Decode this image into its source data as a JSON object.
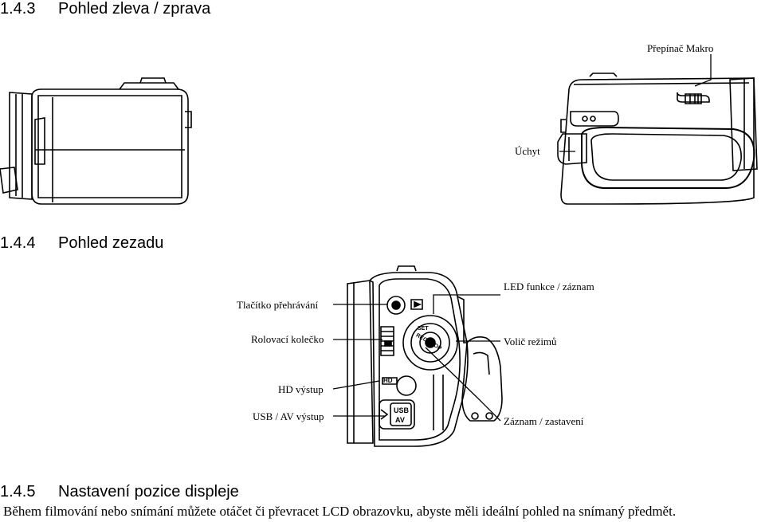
{
  "section_side": {
    "number": "1.4.3",
    "title": "Pohled zleva / zprava",
    "labels": {
      "macro_switch": "Přepínač Makro",
      "strap": "Úchyt"
    }
  },
  "section_back": {
    "number": "1.4.4",
    "title": "Pohled zezadu",
    "labels": {
      "playback_button": "Tlačítko přehrávání",
      "scroll_wheel": "Rolovací kolečko",
      "hd_output": "HD výstup",
      "usb_av_output": "USB / AV výstup",
      "led": "LED funkce / záznam",
      "mode_dial": "Volič režimů",
      "record_stop": "Záznam / zastavení"
    },
    "device_markings": {
      "hd": "HD",
      "usb": "USB",
      "av": "AV",
      "rec_stop": "REC STOP",
      "set": "SET"
    }
  },
  "section_display": {
    "number": "1.4.5",
    "title": "Nastavení pozice displeje",
    "body": "Během filmování nebo snímání můžete otáčet či převracet LCD obrazovku, abyste měli ideální pohled na snímaný předmět."
  }
}
